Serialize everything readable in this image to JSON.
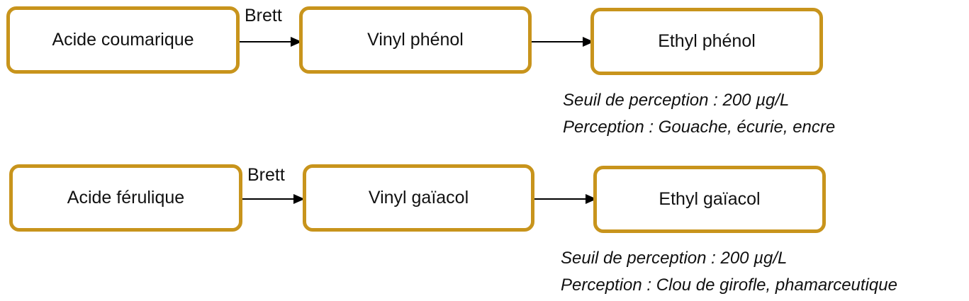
{
  "diagram": {
    "row1": {
      "source": "Acide coumarique",
      "edge_label": "Brett",
      "intermediate": "Vinyl phénol",
      "product": "Ethyl phénol",
      "threshold": "Seuil de perception : 200 µg/L",
      "perception": "Perception : Gouache, écurie, encre"
    },
    "row2": {
      "source": "Acide férulique",
      "edge_label": "Brett",
      "intermediate": "Vinyl gaïacol",
      "product": "Ethyl gaïacol",
      "threshold": "Seuil de perception : 200 µg/L",
      "perception": "Perception : Clou de girofle, phamarceutique"
    },
    "colors": {
      "box_border": "#c8941c",
      "arrow": "#000000"
    }
  }
}
